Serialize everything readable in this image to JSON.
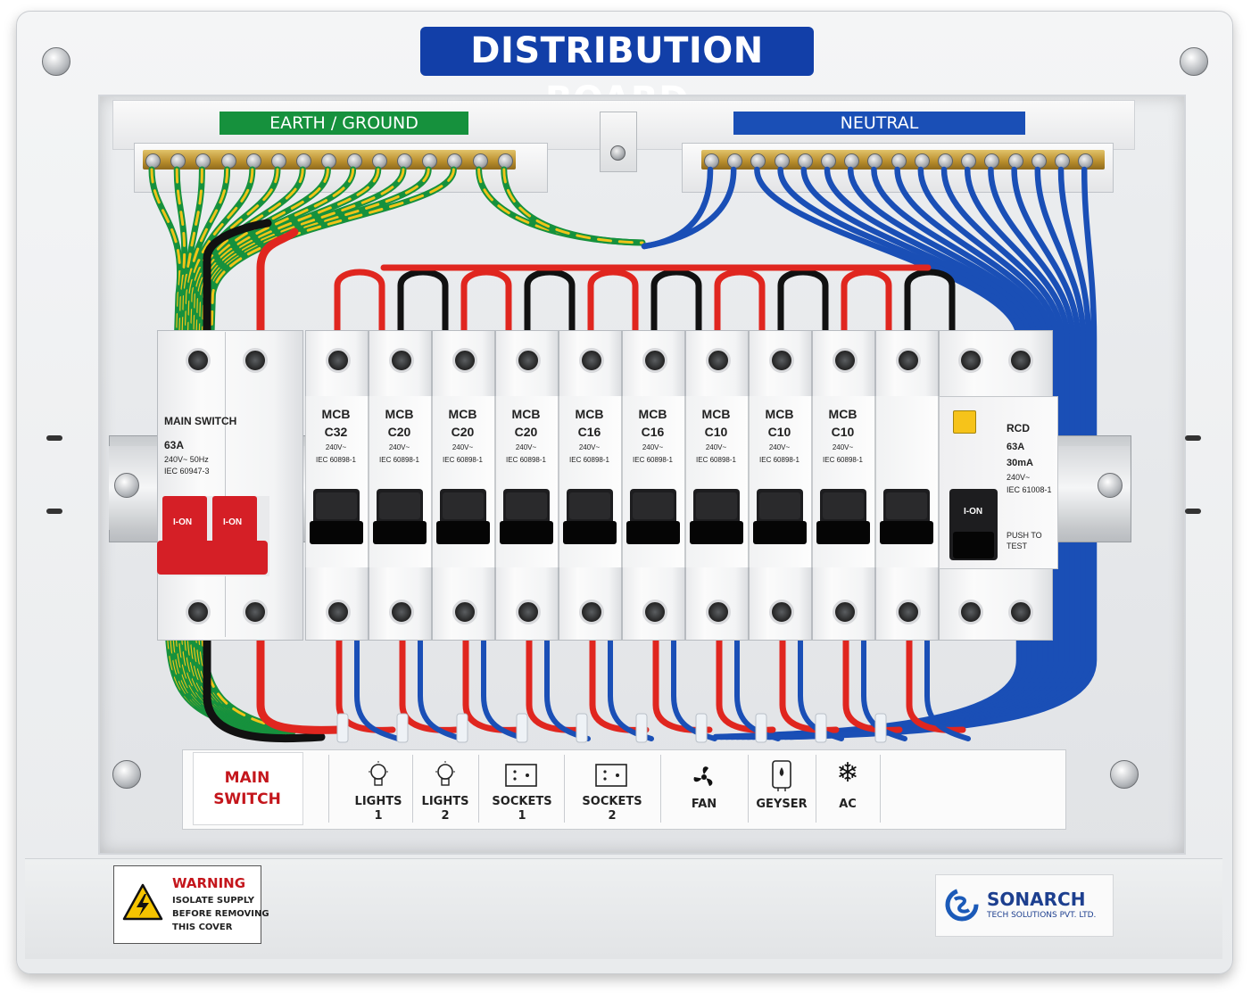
{
  "board": {
    "title": "DISTRIBUTION BOARD",
    "earth_label": "EARTH / GROUND",
    "neutral_label": "NEUTRAL"
  },
  "main_switch": {
    "title": "MAIN SWITCH",
    "rating": "63A",
    "spec": "240V~ 50Hz",
    "standard": "IEC 60947-3",
    "pole_label": "I-ON"
  },
  "mcbs": [
    {
      "line1": "MCB",
      "line2": "C32",
      "volt": "240V~",
      "std": "IEC 60898-1"
    },
    {
      "line1": "MCB",
      "line2": "C20",
      "volt": "240V~",
      "std": "IEC 60898-1"
    },
    {
      "line1": "MCB",
      "line2": "C20",
      "volt": "240V~",
      "std": "IEC 60898-1"
    },
    {
      "line1": "MCB",
      "line2": "C20",
      "volt": "240V~",
      "std": "IEC 60898-1"
    },
    {
      "line1": "MCB",
      "line2": "C16",
      "volt": "240V~",
      "std": "IEC 60898-1"
    },
    {
      "line1": "MCB",
      "line2": "C16",
      "volt": "240V~",
      "std": "IEC 60898-1"
    },
    {
      "line1": "MCB",
      "line2": "C10",
      "volt": "240V~",
      "std": "IEC 60898-1"
    },
    {
      "line1": "MCB",
      "line2": "C10",
      "volt": "240V~",
      "std": "IEC 60898-1"
    },
    {
      "line1": "MCB",
      "line2": "C10",
      "volt": "240V~",
      "std": "IEC 60898-1"
    },
    {
      "line1": "",
      "line2": "",
      "volt": "",
      "std": ""
    }
  ],
  "rcd": {
    "title": "RCD",
    "rating": "63A",
    "sensitivity": "30mA",
    "volt": "240V~",
    "standard": "IEC 61008-1",
    "lever_label": "I-ON",
    "test_label": "PUSH TO\nTEST"
  },
  "circuit_labels": {
    "main": "MAIN\nSWITCH",
    "channels": [
      {
        "line1": "LIGHTS",
        "line2": "1",
        "icon": "bulb-icon"
      },
      {
        "line1": "LIGHTS",
        "line2": "2",
        "icon": "bulb-icon"
      },
      {
        "line1": "SOCKETS",
        "line2": "1",
        "icon": "socket-icon"
      },
      {
        "line1": "SOCKETS",
        "line2": "2",
        "icon": "socket-icon"
      },
      {
        "line1": "FAN",
        "line2": "",
        "icon": "fan-icon"
      },
      {
        "line1": "GEYSER",
        "line2": "",
        "icon": "geyser-icon"
      },
      {
        "line1": "AC",
        "line2": "",
        "icon": "snowflake-icon"
      }
    ]
  },
  "warning": {
    "title": "WARNING",
    "text": "ISOLATE SUPPLY\nBEFORE REMOVING\nTHIS COVER",
    "icon": "high-voltage-icon"
  },
  "brand": {
    "name": "SONARCH",
    "tagline": "TECH SOLUTIONS PVT. LTD.",
    "icon": "sonarch-logo-icon"
  },
  "colors": {
    "title_blue": "#123fa8",
    "earth_green": "#16913d",
    "neutral_blue": "#1a4fb6",
    "live_red": "#e0261f",
    "main_switch_red": "#d51f26",
    "warning_red": "#c4161c",
    "rcd_test_yellow": "#f6c31a"
  }
}
